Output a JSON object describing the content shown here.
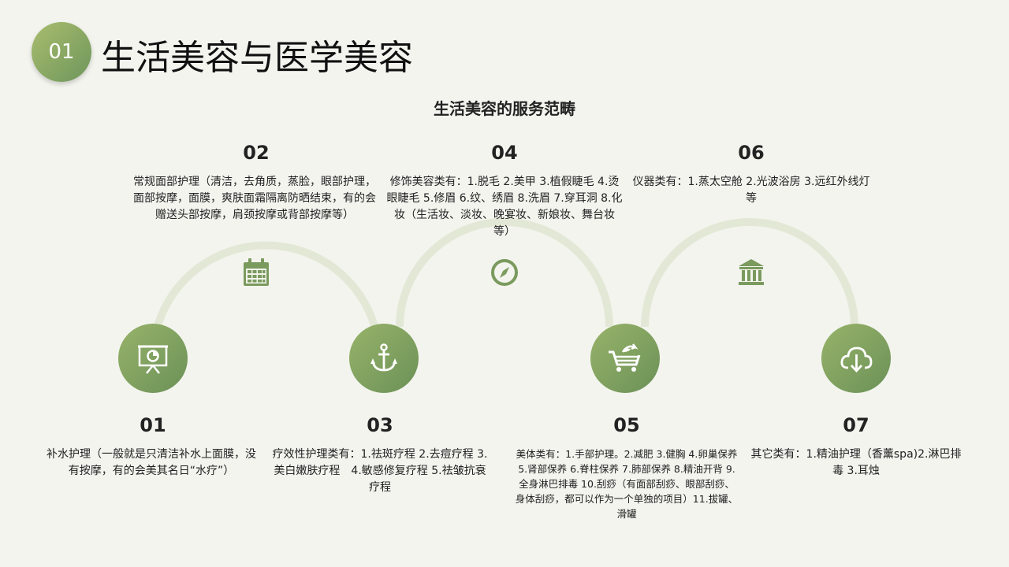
{
  "header": {
    "badge": "01",
    "title": "生活美容与医学美容"
  },
  "subtitle": "生活美容的服务范畴",
  "colors": {
    "accent_start": "#a9bd6d",
    "accent_end": "#6b9157",
    "arc": "#e3e8d6",
    "icon": "#7a9a5e"
  },
  "items": [
    {
      "num": "01",
      "text": "补水护理（一般就是只清洁补水上面膜，没有按摩，有的会美其名日“水疗”）",
      "icon": "presentation-chart-icon"
    },
    {
      "num": "02",
      "text": "常规面部护理（清洁，去角质，蒸脸，眼部护理，面部按摩，面膜，爽肤面霜隔离防晒结束，有的会赠送头部按摩，肩颈按摩或背部按摩等）",
      "icon": "calendar-icon"
    },
    {
      "num": "03",
      "text": "疗效性护理类有：1.祛斑疗程 2.去痘疗程 3.美白嫩肤疗程　4.敏感修复疗程 5.祛皱抗衰疗程",
      "icon": "anchor-icon"
    },
    {
      "num": "04",
      "text": "修饰美容类有：1.脱毛 2.美甲 3.植假睫毛 4.烫眼睫毛 5.修眉 6.纹、绣眉 8.洗眉 7.穿耳洞 8.化妆（生活妆、淡妆、晚宴妆、新娘妆、舞台妆等）",
      "icon": "compass-icon"
    },
    {
      "num": "05",
      "text": "美体类有：1.手部护理。2.减肥 3.健胸 4.卵巢保养 5.肾部保养 6.脊柱保养 7.肺部保养 8.精油开背 9.全身淋巴排毒 10.刮痧（有面部刮痧、眼部刮痧、身体刮痧，都可以作为一个单独的项目）11.拔罐、滑罐",
      "icon": "shopping-cart-icon"
    },
    {
      "num": "06",
      "text": "仪器类有：1.蒸太空舱 2.光波浴房 3.远红外线灯等",
      "icon": "bank-icon"
    },
    {
      "num": "07",
      "text": "其它类有：1.精油护理（香薰spa)2.淋巴排毒 3.耳烛",
      "icon": "cloud-download-icon"
    }
  ]
}
